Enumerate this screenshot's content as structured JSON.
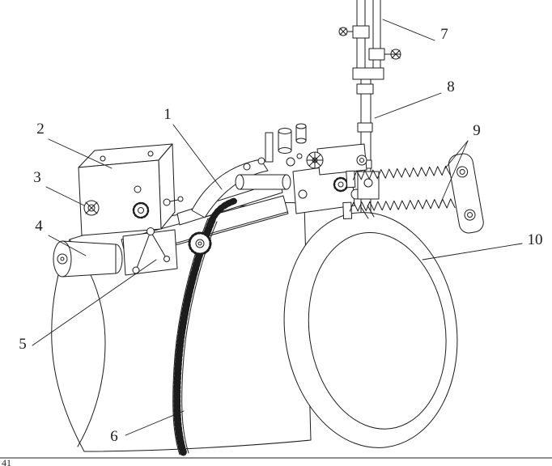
{
  "figure": {
    "background_color": "#ffffff",
    "line_color": "#1c1c1c"
  },
  "callouts": [
    {
      "label": "1"
    },
    {
      "label": "2"
    },
    {
      "label": "3"
    },
    {
      "label": "4"
    },
    {
      "label": "5"
    },
    {
      "label": "6"
    },
    {
      "label": "7"
    },
    {
      "label": "8"
    },
    {
      "label": "9"
    },
    {
      "label": "10"
    }
  ],
  "corner_mark": "41"
}
